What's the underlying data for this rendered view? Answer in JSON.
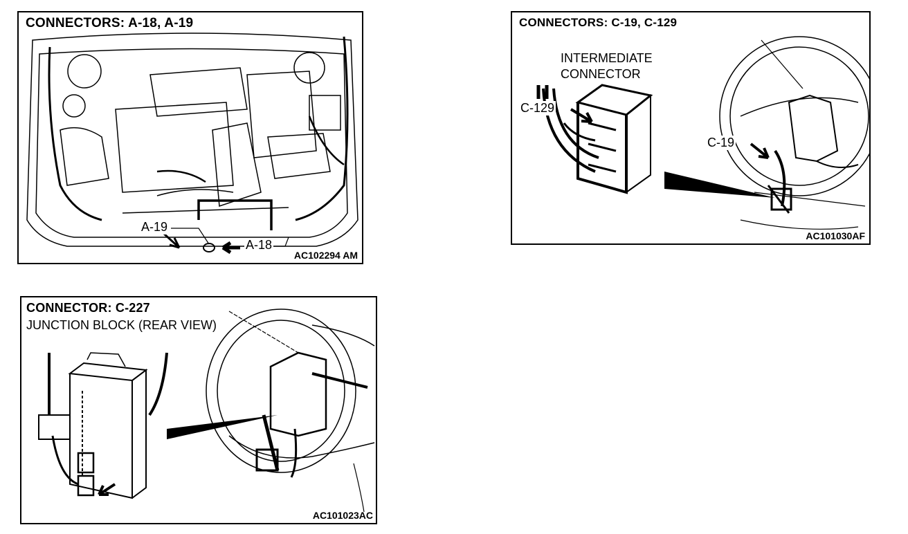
{
  "panels": {
    "p1": {
      "title": "CONNECTORS: A-18, A-19",
      "code": "AC102294 AM",
      "labels": {
        "a19": "A-19",
        "a18": "A-18"
      }
    },
    "p2": {
      "title": "CONNECTORS: C-19, C-129",
      "code": "AC101030AF",
      "labels": {
        "intermediate_line1": "INTERMEDIATE",
        "intermediate_line2": "CONNECTOR",
        "c129": "C-129",
        "c19": "C-19"
      }
    },
    "p3": {
      "title": "CONNECTOR: C-227",
      "subtitle": "JUNCTION BLOCK (REAR VIEW)",
      "code": "AC101023AC"
    }
  }
}
